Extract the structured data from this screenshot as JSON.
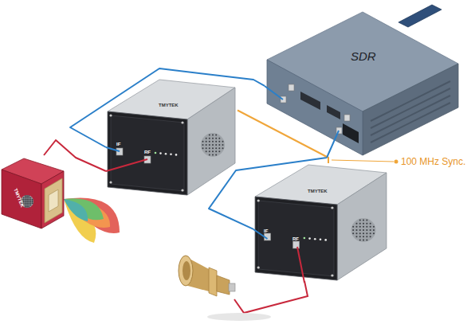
{
  "diagram": {
    "nodes": [
      {
        "text": [
          "SDR"
        ]
      },
      {
        "text": [
          "TMYTEK"
        ]
      },
      {
        "text": [
          "TMYTEK"
        ]
      },
      {
        "text": [
          "TMYTEK"
        ]
      }
    ],
    "edges": [
      {
        "from": 1,
        "to": 0,
        "arrow": "none"
      },
      {
        "from": 2,
        "to": 0,
        "arrow": "none"
      },
      {
        "from": 1,
        "to": 3,
        "arrow": "none"
      },
      {
        "from": 1,
        "to": 2,
        "arrow": "none"
      }
    ],
    "labels": [
      "IF",
      "RF",
      "IF",
      "RF",
      "100 MHz Sync."
    ]
  }
}
